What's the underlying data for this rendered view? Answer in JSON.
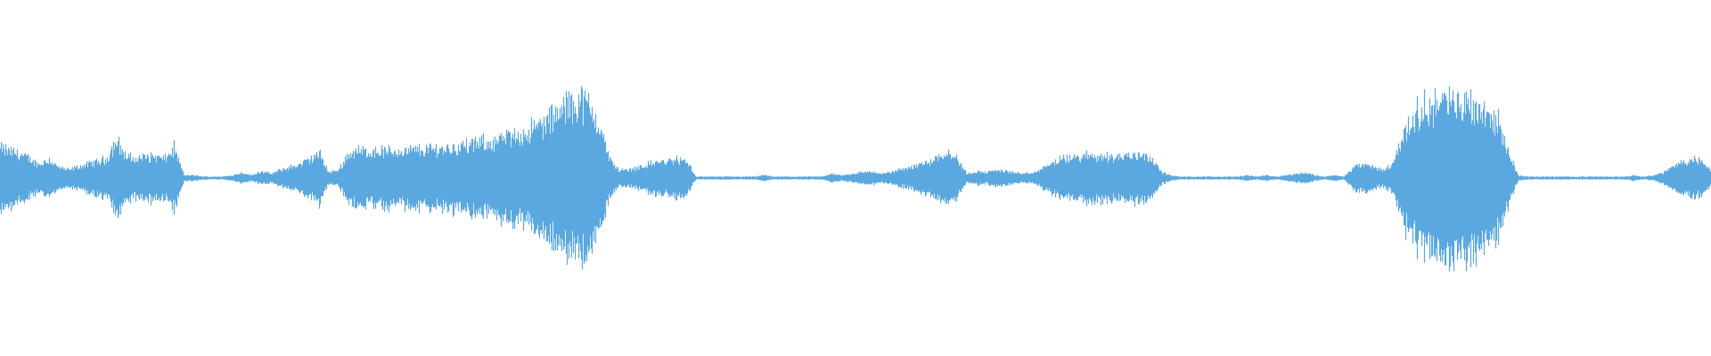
{
  "waveform": {
    "color": "#5BA8E0",
    "background": "#FFFFFF",
    "amplitude_envelope": [
      0.22,
      0.2,
      0.18,
      0.14,
      0.1,
      0.14,
      0.08,
      0.06,
      0.08,
      0.1,
      0.12,
      0.14,
      0.28,
      0.16,
      0.14,
      0.16,
      0.16,
      0.14,
      0.22,
      0.02,
      0.02,
      0.01,
      0.01,
      0.01,
      0.02,
      0.04,
      0.02,
      0.05,
      0.03,
      0.06,
      0.08,
      0.1,
      0.14,
      0.18,
      0.04,
      0.06,
      0.18,
      0.2,
      0.2,
      0.2,
      0.2,
      0.2,
      0.2,
      0.21,
      0.21,
      0.22,
      0.22,
      0.23,
      0.24,
      0.25,
      0.26,
      0.27,
      0.29,
      0.31,
      0.33,
      0.36,
      0.4,
      0.44,
      0.5,
      0.56,
      0.58,
      0.52,
      0.4,
      0.14,
      0.06,
      0.06,
      0.08,
      0.1,
      0.12,
      0.12,
      0.14,
      0.12,
      0.01,
      0.01,
      0.01,
      0.01,
      0.01,
      0.01,
      0.01,
      0.02,
      0.01,
      0.01,
      0.01,
      0.01,
      0.01,
      0.01,
      0.03,
      0.02,
      0.03,
      0.04,
      0.05,
      0.03,
      0.04,
      0.06,
      0.08,
      0.1,
      0.12,
      0.16,
      0.2,
      0.14,
      0.03,
      0.05,
      0.04,
      0.06,
      0.05,
      0.04,
      0.03,
      0.04,
      0.08,
      0.12,
      0.14,
      0.15,
      0.16,
      0.17,
      0.16,
      0.16,
      0.16,
      0.17,
      0.18,
      0.16,
      0.05,
      0.02,
      0.01,
      0.01,
      0.01,
      0.01,
      0.01,
      0.01,
      0.01,
      0.02,
      0.01,
      0.02,
      0.01,
      0.02,
      0.03,
      0.04,
      0.02,
      0.01,
      0.02,
      0.01,
      0.08,
      0.1,
      0.08,
      0.06,
      0.1,
      0.3,
      0.44,
      0.5,
      0.54,
      0.58,
      0.56,
      0.54,
      0.58,
      0.52,
      0.48,
      0.4,
      0.2,
      0.02,
      0.01,
      0.01,
      0.01,
      0.01,
      0.01,
      0.01,
      0.01,
      0.01,
      0.01,
      0.01,
      0.01,
      0.02,
      0.01,
      0.02,
      0.04,
      0.08,
      0.12,
      0.14,
      0.12,
      0.06
    ]
  }
}
